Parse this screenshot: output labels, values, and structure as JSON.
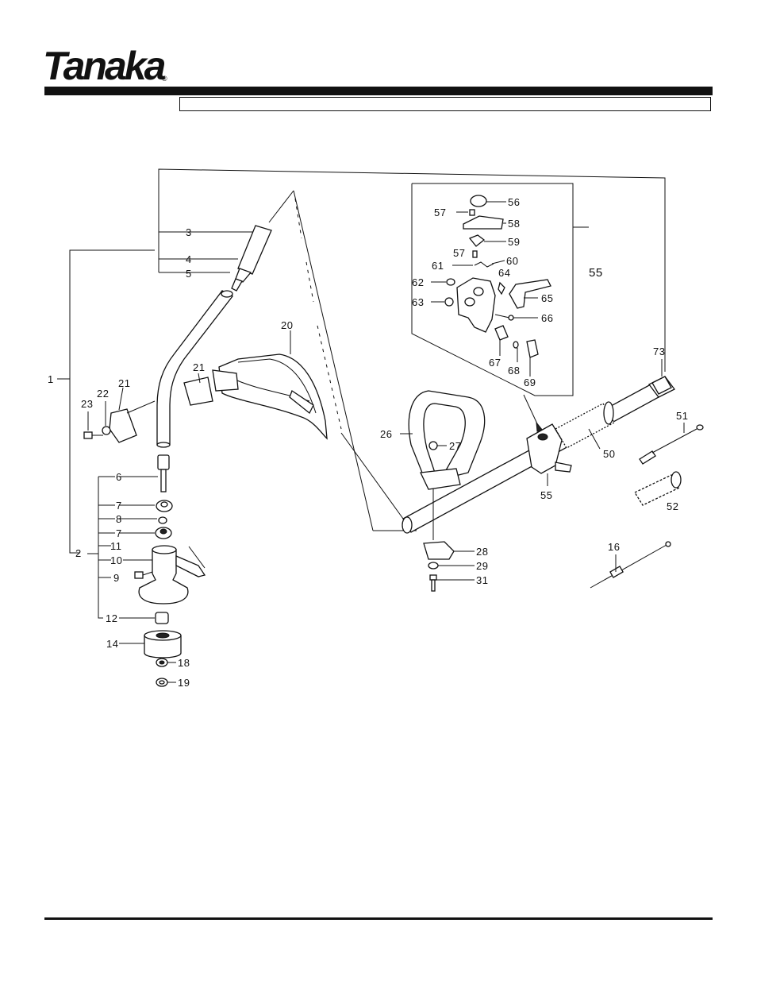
{
  "brand": {
    "logo_text": "Tanaka",
    "registered_mark": "®"
  },
  "callouts": [
    {
      "id": "c1",
      "text": "1"
    },
    {
      "id": "c2",
      "text": "2"
    },
    {
      "id": "c3",
      "text": "3"
    },
    {
      "id": "c4",
      "text": "4"
    },
    {
      "id": "c5",
      "text": "5"
    },
    {
      "id": "c6",
      "text": "6"
    },
    {
      "id": "c7a",
      "text": "7"
    },
    {
      "id": "c8",
      "text": "8"
    },
    {
      "id": "c7b",
      "text": "7"
    },
    {
      "id": "c11",
      "text": "11"
    },
    {
      "id": "c10",
      "text": "10"
    },
    {
      "id": "c9",
      "text": "9"
    },
    {
      "id": "c12",
      "text": "12"
    },
    {
      "id": "c14",
      "text": "14"
    },
    {
      "id": "c18",
      "text": "18"
    },
    {
      "id": "c19",
      "text": "19"
    },
    {
      "id": "c20",
      "text": "20"
    },
    {
      "id": "c21a",
      "text": "21"
    },
    {
      "id": "c21b",
      "text": "21"
    },
    {
      "id": "c22",
      "text": "22"
    },
    {
      "id": "c23",
      "text": "23"
    },
    {
      "id": "c26",
      "text": "26"
    },
    {
      "id": "c27",
      "text": "27"
    },
    {
      "id": "c28",
      "text": "28"
    },
    {
      "id": "c29",
      "text": "29"
    },
    {
      "id": "c31",
      "text": "31"
    },
    {
      "id": "c50",
      "text": "50"
    },
    {
      "id": "c51",
      "text": "51"
    },
    {
      "id": "c52",
      "text": "52"
    },
    {
      "id": "c16",
      "text": "16"
    },
    {
      "id": "c55a",
      "text": "55"
    },
    {
      "id": "c55b",
      "text": "55"
    },
    {
      "id": "c56",
      "text": "56"
    },
    {
      "id": "c57a",
      "text": "57"
    },
    {
      "id": "c58",
      "text": "58"
    },
    {
      "id": "c59",
      "text": "59"
    },
    {
      "id": "c57b",
      "text": "57"
    },
    {
      "id": "c60",
      "text": "60"
    },
    {
      "id": "c61",
      "text": "61"
    },
    {
      "id": "c62",
      "text": "62"
    },
    {
      "id": "c64",
      "text": "64"
    },
    {
      "id": "c63",
      "text": "63"
    },
    {
      "id": "c65",
      "text": "65"
    },
    {
      "id": "c66",
      "text": "66"
    },
    {
      "id": "c67",
      "text": "67"
    },
    {
      "id": "c68",
      "text": "68"
    },
    {
      "id": "c69",
      "text": "69"
    },
    {
      "id": "c73",
      "text": "73"
    }
  ]
}
